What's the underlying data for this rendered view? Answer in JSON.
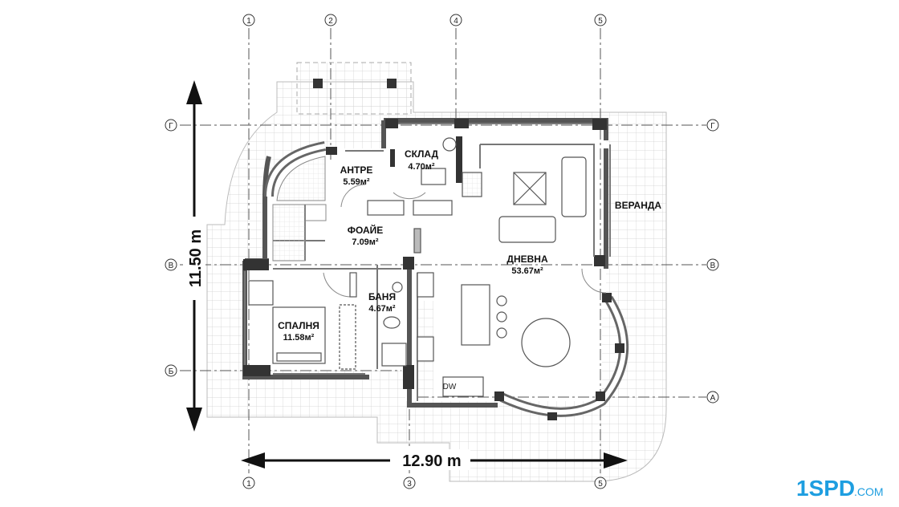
{
  "dimensions": {
    "height": "11.50 m",
    "width": "12.90 m"
  },
  "rooms": [
    {
      "name": "АНТРЕ",
      "area": "5.59м²"
    },
    {
      "name": "СКЛАД",
      "area": "4.70м²"
    },
    {
      "name": "ФОАЙЕ",
      "area": "7.09м²"
    },
    {
      "name": "ДНЕВНА",
      "area": "53.67м²"
    },
    {
      "name": "БАНЯ",
      "area": "4.67м²"
    },
    {
      "name": "СПАЛНЯ",
      "area": "11.58м²"
    },
    {
      "name": "ВЕРАНДА",
      "area": ""
    }
  ],
  "appliance_label": "DW",
  "axes": {
    "top": [
      "1",
      "2",
      "4",
      "5"
    ],
    "bottom": [
      "1",
      "3",
      "5"
    ],
    "left": [
      "Г",
      "В",
      "Б"
    ],
    "right": [
      "Г",
      "В",
      "А"
    ]
  },
  "logo": {
    "mark": "1SPD",
    "suffix": ".COM"
  }
}
